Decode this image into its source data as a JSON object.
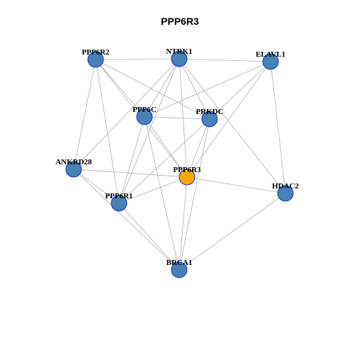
{
  "title": "PPP6R3",
  "colors": {
    "node_fill": "#4682b4",
    "focus_fill": "#ffa500",
    "node_border": "#1a2fd0",
    "edge": "#b0b0b0"
  },
  "nodes": [
    {
      "id": "PPP6R2",
      "label": "PPP6R2",
      "focus": false
    },
    {
      "id": "NTRK1",
      "label": "NTRK1",
      "focus": false
    },
    {
      "id": "ELAVL1",
      "label": "ELAVL1",
      "focus": false
    },
    {
      "id": "PPP6C",
      "label": "PPP6C",
      "focus": false
    },
    {
      "id": "PRKDC",
      "label": "PRKDC",
      "focus": false
    },
    {
      "id": "ANKRD28",
      "label": "ANKRD28",
      "focus": false
    },
    {
      "id": "PPP6R3",
      "label": "PPP6R3",
      "focus": true
    },
    {
      "id": "HDAC2",
      "label": "HDAC2",
      "focus": false
    },
    {
      "id": "PPP6R1",
      "label": "PPP6R1",
      "focus": false
    },
    {
      "id": "BRCA1",
      "label": "BRCA1",
      "focus": false
    }
  ],
  "edges": [
    [
      "PPP6R2",
      "NTRK1"
    ],
    [
      "PPP6R2",
      "PPP6C"
    ],
    [
      "PPP6R2",
      "PRKDC"
    ],
    [
      "PPP6R2",
      "ANKRD28"
    ],
    [
      "PPP6R2",
      "PPP6R1"
    ],
    [
      "PPP6R2",
      "PPP6R3"
    ],
    [
      "NTRK1",
      "ELAVL1"
    ],
    [
      "NTRK1",
      "PPP6C"
    ],
    [
      "NTRK1",
      "PRKDC"
    ],
    [
      "NTRK1",
      "ANKRD28"
    ],
    [
      "NTRK1",
      "PPP6R1"
    ],
    [
      "NTRK1",
      "PPP6R3"
    ],
    [
      "NTRK1",
      "HDAC2"
    ],
    [
      "ELAVL1",
      "PPP6C"
    ],
    [
      "ELAVL1",
      "PRKDC"
    ],
    [
      "ELAVL1",
      "HDAC2"
    ],
    [
      "ELAVL1",
      "PPP6R3"
    ],
    [
      "PPP6C",
      "PRKDC"
    ],
    [
      "PPP6C",
      "PPP6R3"
    ],
    [
      "PPP6C",
      "PPP6R1"
    ],
    [
      "PPP6C",
      "BRCA1"
    ],
    [
      "PRKDC",
      "PPP6R1"
    ],
    [
      "PRKDC",
      "PPP6R3"
    ],
    [
      "PRKDC",
      "BRCA1"
    ],
    [
      "ANKRD28",
      "PPP6R3"
    ],
    [
      "ANKRD28",
      "PPP6R1"
    ],
    [
      "ANKRD28",
      "BRCA1"
    ],
    [
      "PPP6R3",
      "PPP6R1"
    ],
    [
      "PPP6R3",
      "HDAC2"
    ],
    [
      "PPP6R3",
      "BRCA1"
    ],
    [
      "HDAC2",
      "BRCA1"
    ],
    [
      "PPP6R1",
      "BRCA1"
    ]
  ]
}
